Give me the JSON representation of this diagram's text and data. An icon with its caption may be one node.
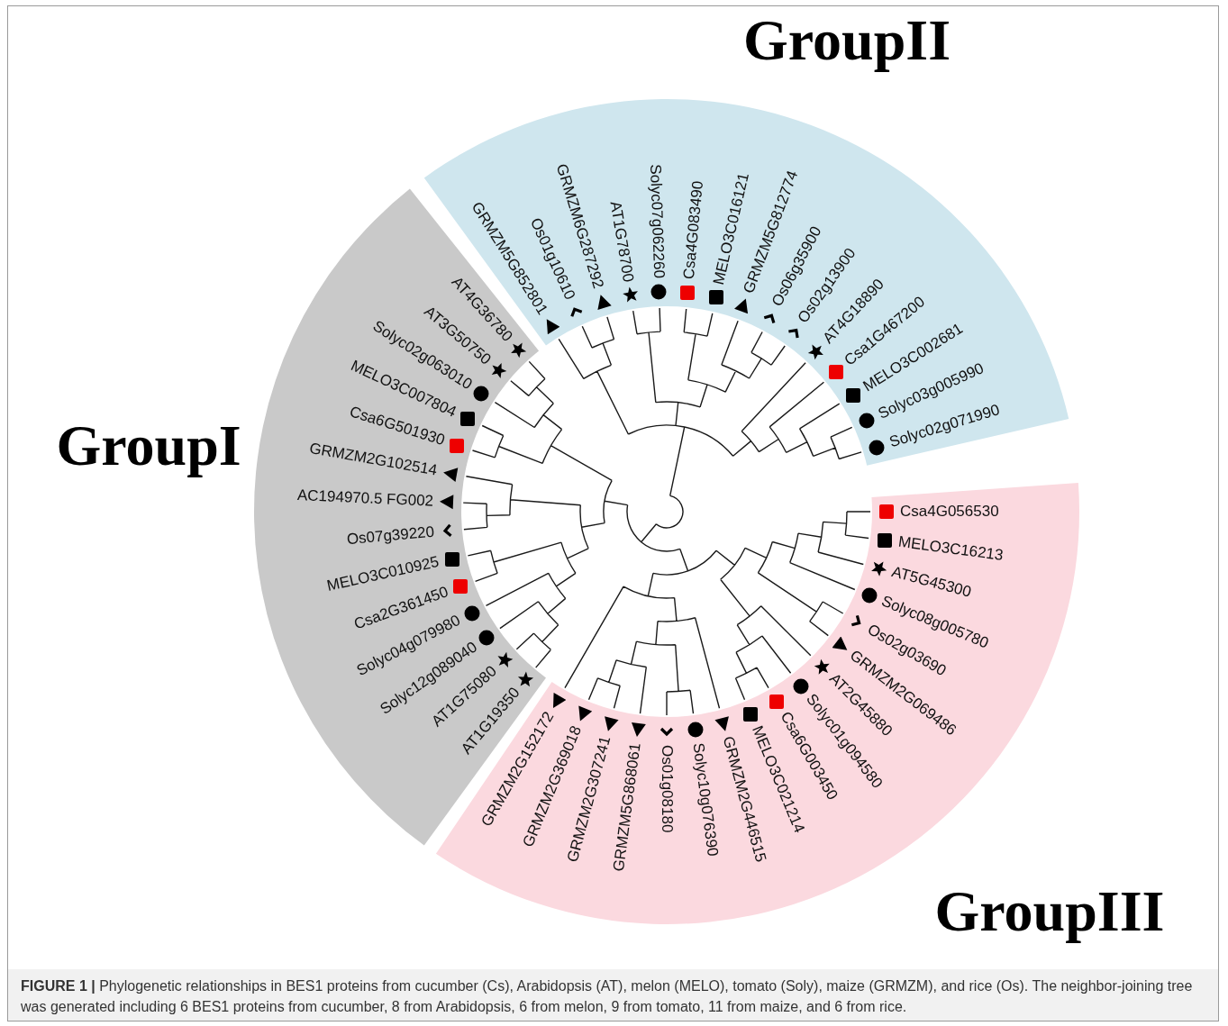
{
  "diagram": {
    "caption": "**FIGURE 1 |** Phylogenetic relationships in BES1 proteins from cucumber (Cs), Arabidopsis (AT), melon (MELO), tomato (Soly), maize (GRMZM), and rice (Os). The neighbor-joining tree was generated including 6 BES1 proteins from cucumber, 8 from Arabidopsis, 6 from melon, 9 from tomato, 11 from maize, and 6 from rice.",
    "nodes": [
      {
        "text": [
          "GroupII",
          "GRMZM5G852801",
          "Os01g10610",
          "GRMZM6G287292",
          "AT1G78700",
          "Solyc07g062260",
          "Csa4G083490",
          "MELO3C016121",
          "GRMZM5G812774",
          "Os06g35900",
          "Os02g13900",
          "AT4G18890",
          "Csa1G467200",
          "MELO3C002681",
          "Solyc03g005990",
          "Solyc02g071990"
        ]
      },
      {
        "text": [
          "GroupI",
          "AT4G36780",
          "AT3G50750",
          "Solyc02g063010",
          "MELO3C007804",
          "Csa6G501930",
          "GRMZM2G102514",
          "AC194970.5 FG002",
          "Os07g39220",
          "MELO3C010925",
          "Csa2G361450",
          "Solyc04g079980",
          "Solyc12g089040",
          "AT1G75080",
          "AT1G19350"
        ]
      },
      {
        "text": [
          "GroupIII",
          "Csa4G056530",
          "MELO3C16213",
          "AT5G45300",
          "Solyc08g005780",
          "Os02g03690",
          "GRMZM2G069486",
          "AT2G45880",
          "Solyc01g094580",
          "Csa6G003450",
          "MELO3C021214",
          "GRMZM2G446515",
          "Solyc10g076390",
          "Os01g08180",
          "GRMZM5G868061",
          "GRMZM2G307241",
          "GRMZM2G369018",
          "GRMZM2G152172"
        ]
      }
    ]
  }
}
